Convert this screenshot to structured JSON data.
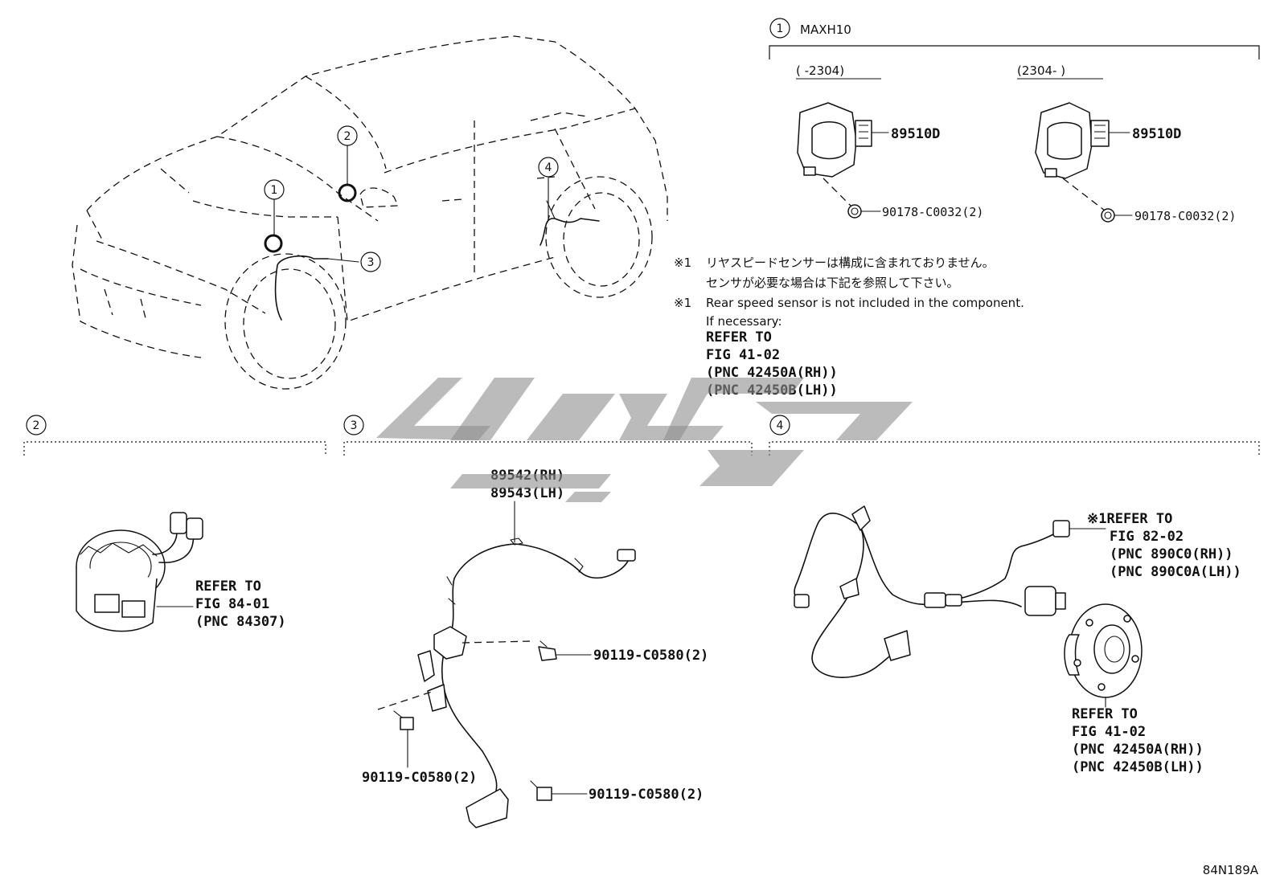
{
  "callouts": {
    "c1": "1",
    "c2": "2",
    "c3": "3",
    "c4": "4"
  },
  "section1": {
    "model": "MAXH10",
    "range_early": "(    -2304)",
    "range_late": "(2304-    )",
    "sensor_part": "89510D",
    "clip_part": "90178-C0032(2)"
  },
  "note": {
    "mark": "※1",
    "jp_line1": "リヤスピードセンサーは構成に含まれておりません。",
    "jp_line2": "センサが必要な場合は下記を参照して下さい。",
    "en_line1": "Rear speed sensor is not included in the component.",
    "en_line2": "If necessary:",
    "ref_line1": "REFER TO",
    "ref_line2": "FIG 41-02",
    "ref_line3": "(PNC 42450A(RH))",
    "ref_line4": "(PNC 42450B(LH))"
  },
  "section2": {
    "ref_line1": "REFER TO",
    "ref_line2": "FIG 84-01",
    "ref_line3": "(PNC 84307)"
  },
  "section3": {
    "part_rh": "89542(RH)",
    "part_lh": "89543(LH)",
    "bolt_a": "90119-C0580(2)",
    "bolt_b": "90119-C0580(2)",
    "bolt_c": "90119-C0580(2)"
  },
  "section4": {
    "ref1_line1": "※1REFER TO",
    "ref1_line2": "FIG 82-02",
    "ref1_line3": "(PNC 890C0(RH))",
    "ref1_line4": "(PNC 890C0A(LH))",
    "ref2_line1": "REFER TO",
    "ref2_line2": "FIG 41-02",
    "ref2_line3": "(PNC 42450A(RH))",
    "ref2_line4": "(PNC 42450B(LH))"
  },
  "figure_id": "84N189A"
}
